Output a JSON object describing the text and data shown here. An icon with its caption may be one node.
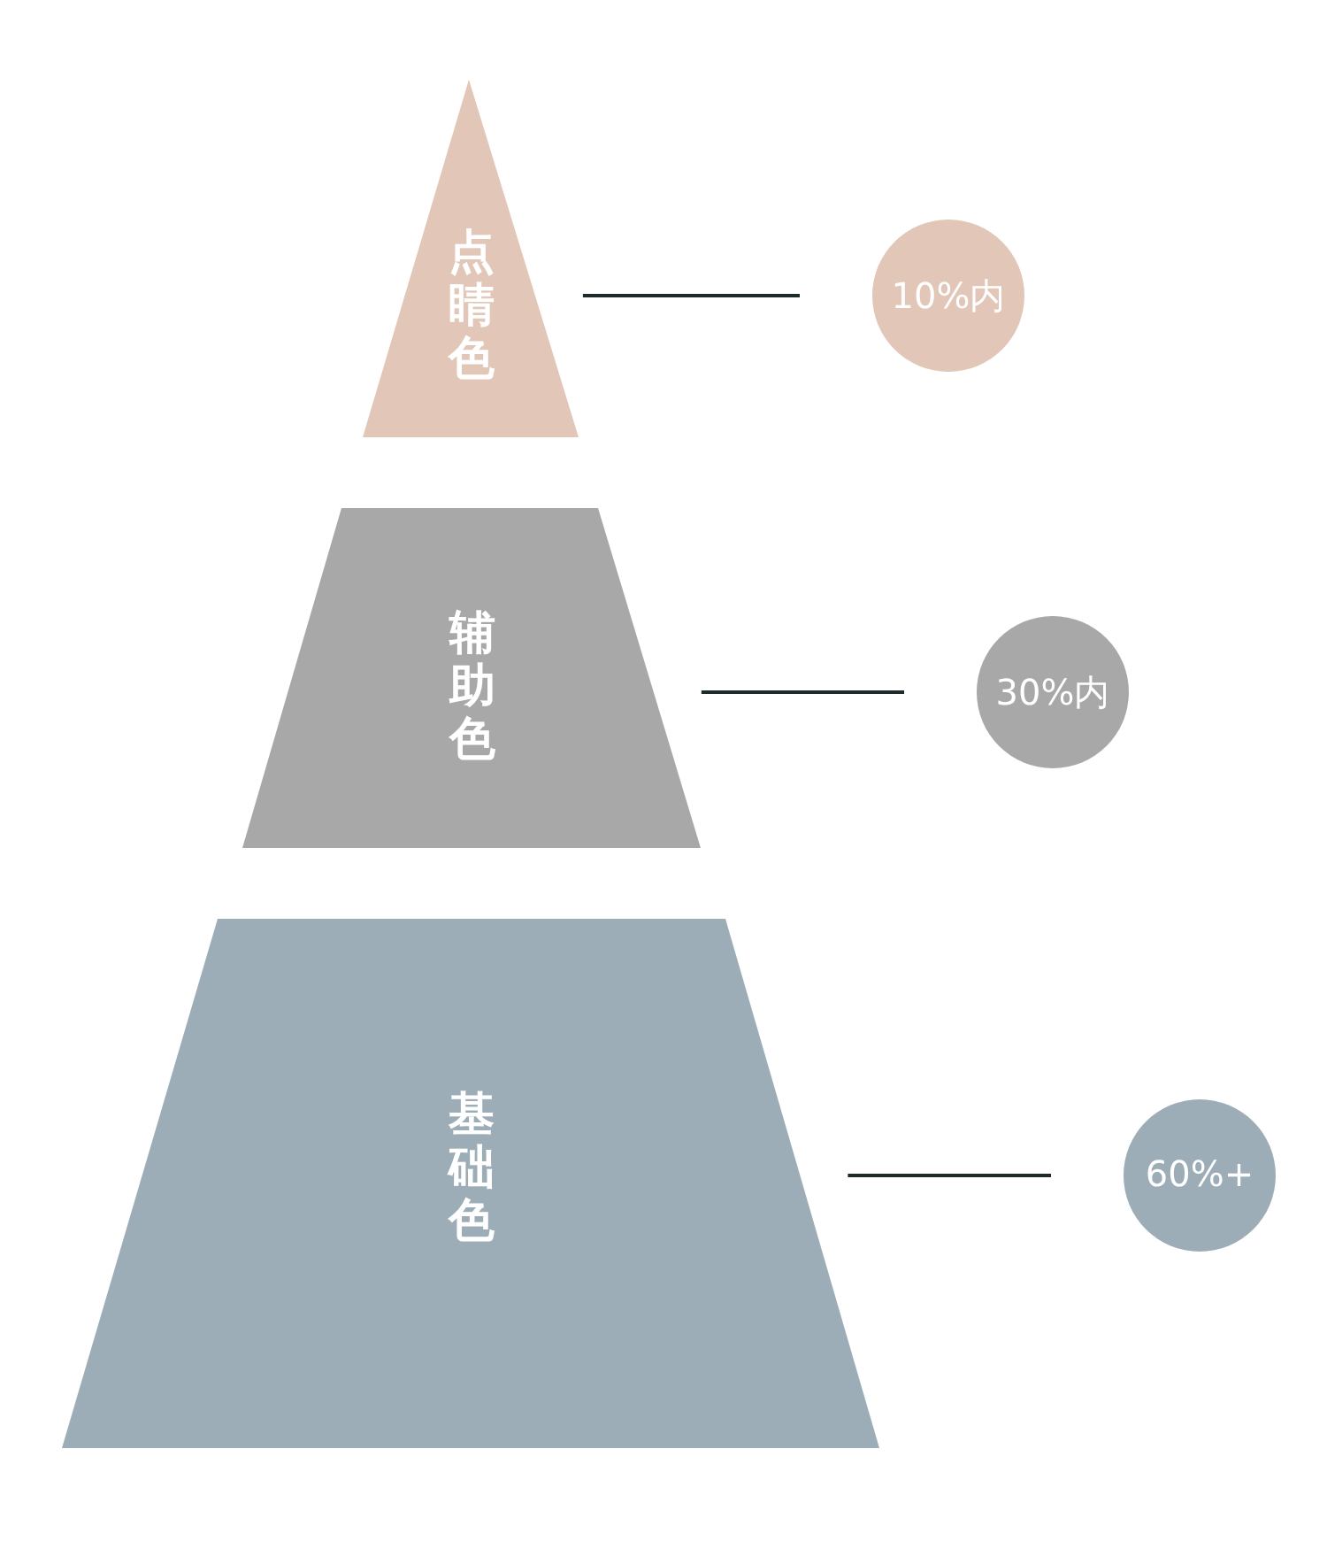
{
  "diagram": {
    "nodes": [
      {
        "text": [
          "点睛色"
        ]
      },
      {
        "text": [
          "10%内"
        ]
      },
      {
        "text": [
          "辅助色"
        ]
      },
      {
        "text": [
          "30%内"
        ]
      },
      {
        "text": [
          "基础色"
        ]
      },
      {
        "text": [
          "60%+"
        ]
      }
    ],
    "edges": [
      {
        "from": 0,
        "to": 1,
        "arrow": "none"
      },
      {
        "from": 2,
        "to": 3,
        "arrow": "none"
      },
      {
        "from": 4,
        "to": 5,
        "arrow": "none"
      }
    ]
  }
}
